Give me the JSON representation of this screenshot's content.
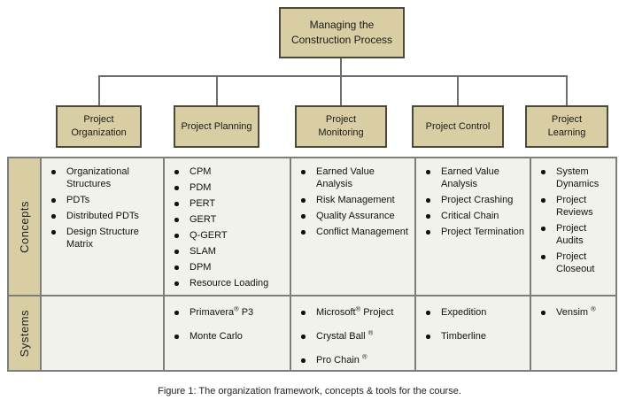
{
  "root_box": {
    "label": "Managing the Construction Process"
  },
  "row_headers": {
    "concepts": "Concepts",
    "systems": "Systems"
  },
  "branches": [
    {
      "label": "Project Organization",
      "concepts": [
        "Organizational Structures",
        "PDTs",
        "Distributed PDTs",
        "Design Structure Matrix"
      ],
      "systems": []
    },
    {
      "label": "Project Planning",
      "concepts": [
        "CPM",
        "PDM",
        "PERT",
        "GERT",
        "Q-GERT",
        "SLAM",
        "DPM",
        "Resource Loading"
      ],
      "systems": [
        "Primavera® P3",
        "Monte Carlo"
      ]
    },
    {
      "label": "Project Monitoring",
      "concepts": [
        "Earned Value Analysis",
        "Risk Management",
        "Quality Assurance",
        "Conflict Management"
      ],
      "systems": [
        "Microsoft® Project",
        "Crystal Ball ®",
        "Pro Chain ®"
      ]
    },
    {
      "label": "Project Control",
      "concepts": [
        "Earned Value Analysis",
        "Project Crashing",
        "Critical Chain",
        "Project Termination"
      ],
      "systems": [
        "Expedition",
        "Timberline"
      ]
    },
    {
      "label": "Project Learning",
      "concepts": [
        "System Dynamics",
        "Project Reviews",
        "Project Audits",
        "Project Closeout"
      ],
      "systems": [
        "Vensim ®"
      ]
    }
  ],
  "caption": "Figure 1: The organization framework, concepts & tools for the course.",
  "colors": {
    "box_fill": "#d9cea3",
    "box_border": "#4a4a3c",
    "header_fill": "#d9cea3",
    "cell_bg": "#f2f2ec",
    "grid_border": "#7d7d7d",
    "connector": "#6e6e6e"
  }
}
